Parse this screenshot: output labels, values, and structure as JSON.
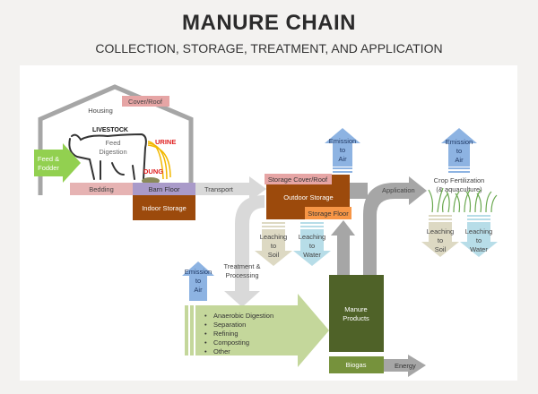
{
  "header": {
    "title": "MANURE CHAIN",
    "subtitle": "COLLECTION, STORAGE, TREATMENT, AND APPLICATION"
  },
  "housing": {
    "label": "Housing",
    "cover": "Cover/Roof",
    "livestock": "LIVESTOCK",
    "digestion": [
      "Feed",
      "Digestion"
    ],
    "urine": "URINE",
    "dung": "DUNG",
    "feed": [
      "Feed  &",
      "Fodder"
    ],
    "bedding": "Bedding",
    "barn_floor": "Barn Floor",
    "indoor_storage": "Indoor Storage"
  },
  "flows": {
    "transport": "Transport",
    "application": "Application",
    "treatment": [
      "Treatment &",
      "Processing"
    ],
    "energy": "Energy"
  },
  "storage": {
    "cover": "Storage Cover/Roof",
    "outdoor": "Outdoor Storage",
    "floor": "Storage Floor"
  },
  "emission": [
    "Emission",
    "to",
    "Air"
  ],
  "leach_soil": [
    "Leaching",
    "to",
    "Soil"
  ],
  "leach_water": [
    "Leaching",
    "to",
    "Water"
  ],
  "crop": [
    "Crop Fertilization",
    "(& aquaculture)"
  ],
  "treatment_list": [
    "Anaerobic Digestion",
    "Separation",
    "Refining",
    "Composting",
    "Other"
  ],
  "products": {
    "manure": [
      "Manure",
      "Products"
    ],
    "biogas": "Biogas"
  },
  "colors": {
    "pink": "#e6a5a5",
    "purple": "#a99ac9",
    "brown": "#9c4a0c",
    "orange": "#f79646",
    "green_light": "#c4d79b",
    "green_dark": "#4f6228",
    "green_mid": "#76923c",
    "blue": "#8db3e2",
    "soil": "#ddd9c3",
    "water": "#b7dde8",
    "gray": "#a6a6a6",
    "gray_light": "#d9d9d9"
  }
}
